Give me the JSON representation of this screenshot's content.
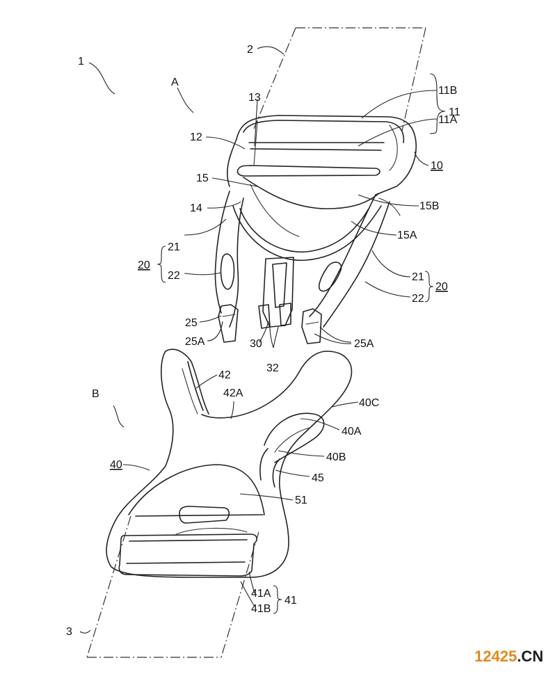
{
  "labels": {
    "assembly": "1",
    "part_a": "A",
    "part_b": "B",
    "webbing_top": "2",
    "webbing_bottom": "3",
    "male_body": "10",
    "webbing_bar_group": "11",
    "webbing_bar_outer": "11B",
    "webbing_bar_inner": "11A",
    "frame": "12",
    "bar_slot": "13",
    "base_plate": "14",
    "guide": "15",
    "guide_edge_outer": "15B",
    "guide_edge_inner": "15A",
    "leg_group_left": "20",
    "leg_group_right": "20",
    "leg_arm_left": "21",
    "leg_window_left": "22",
    "leg_arm_right": "21",
    "leg_window_right": "22",
    "hook_left": "25",
    "hook_face_left": "25A",
    "hook_face_right": "25A",
    "center_guide": "30",
    "center_rib": "32",
    "female_body": "40",
    "female_outer": "40C",
    "female_opening": "40A",
    "female_side": "40B",
    "lock_wall": "42",
    "lock_face": "42A",
    "release_slot": "45",
    "cover_plate": "51",
    "female_bar_group": "41",
    "female_bar_inner": "41A",
    "female_bar_outer": "41B"
  },
  "watermark": {
    "digits": "12425",
    "domain": ".CN",
    "digits_color": "#e08a1e",
    "domain_color": "#1c1c1c"
  }
}
